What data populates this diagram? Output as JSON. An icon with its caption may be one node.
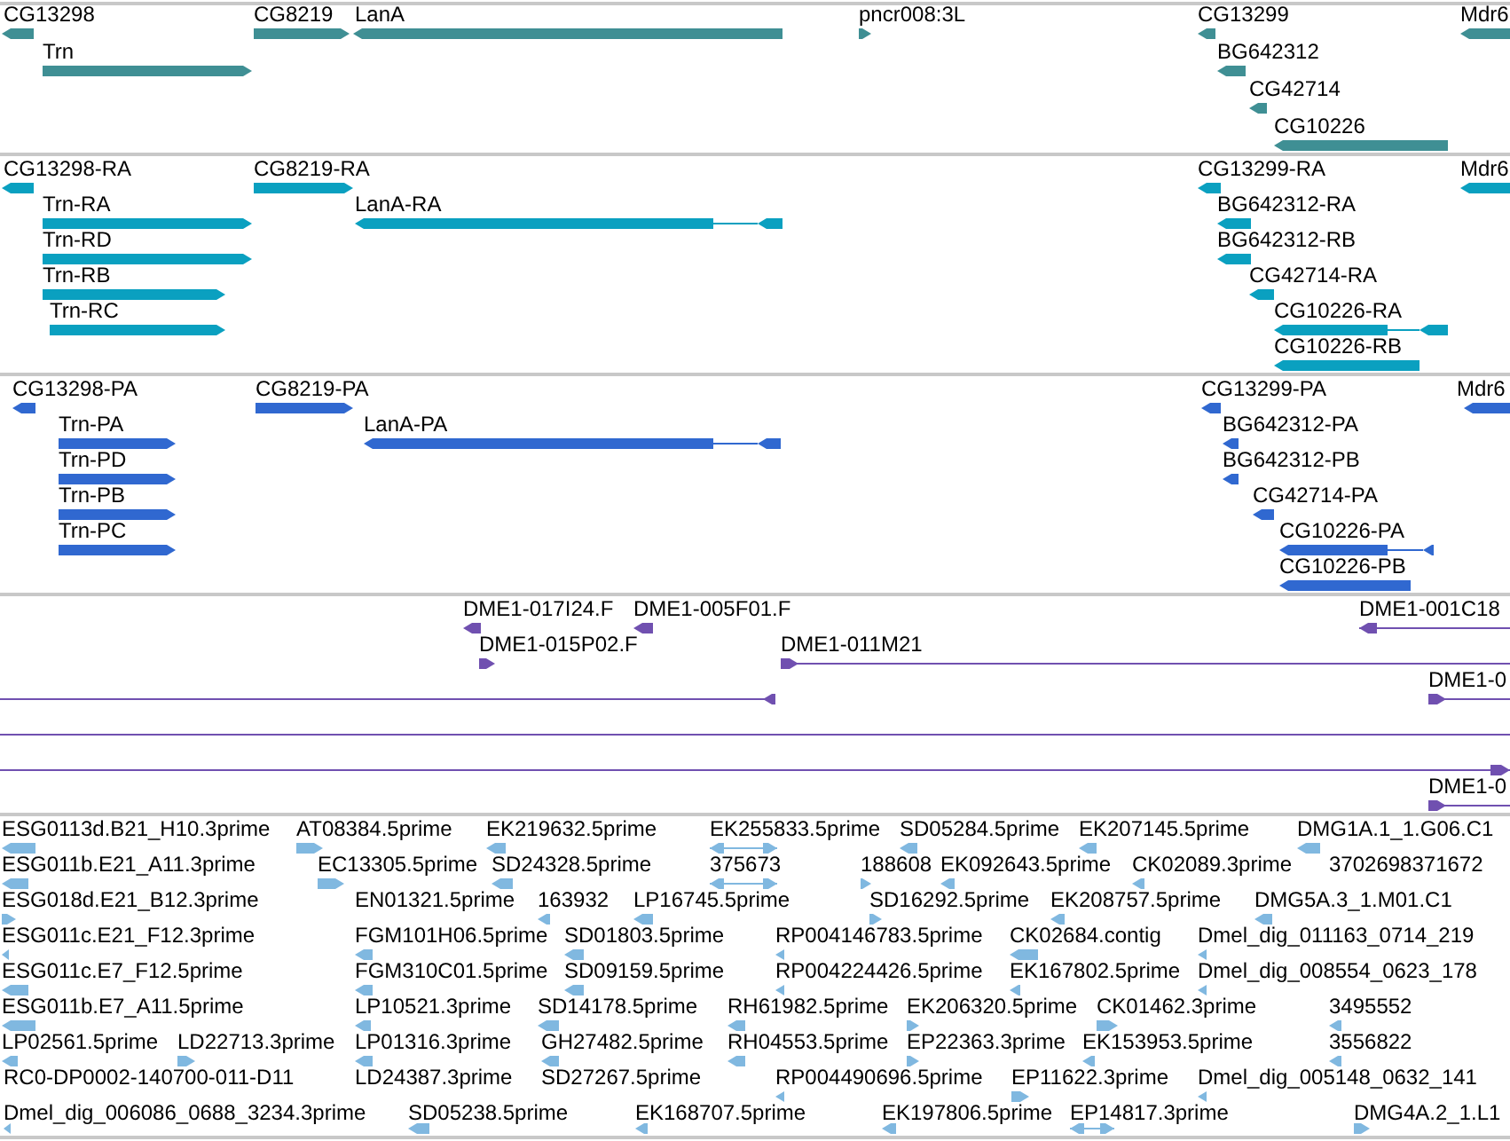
{
  "diagram": {
    "labels": [
      "CG13298",
      "CG8219",
      "LanA",
      "pncr008:3L",
      "CG13299",
      "Mdr6",
      "Trn",
      "BG642312",
      "CG42714",
      "CG10226",
      "CG13298-RA",
      "CG8219-RA",
      "CG13299-RA",
      "Mdr6",
      "Trn-RA",
      "LanA-RA",
      "BG642312-RA",
      "Trn-RD",
      "BG642312-RB",
      "Trn-RB",
      "CG42714-RA",
      "Trn-RC",
      "CG10226-RA",
      "CG10226-RB",
      "CG13298-PA",
      "CG8219-PA",
      "CG13299-PA",
      "Mdr6",
      "Trn-PA",
      "LanA-PA",
      "BG642312-PA",
      "Trn-PD",
      "BG642312-PB",
      "Trn-PB",
      "CG42714-PA",
      "Trn-PC",
      "CG10226-PA",
      "CG10226-PB",
      "DME1-017I24.F",
      "DME1-005F01.F",
      "DME1-001C18",
      "DME1-015P02.F",
      "DME1-011M21",
      "DME1-0",
      "DME1-0",
      "ESG0113d.B21_H10.3prime",
      "AT08384.5prime",
      "EK219632.5prime",
      "EK255833.5prime",
      "SD05284.5prime",
      "EK207145.5prime",
      "DMG1A.1_1.G06.C1",
      "ESG011b.E21_A11.3prime",
      "EC13305.5prime",
      "SD24328.5prime",
      "375673",
      "188608",
      "EK092643.5prime",
      "CK02089.3prime",
      "3702698371672",
      "ESG018d.E21_B12.3prime",
      "EN01321.5prime",
      "163932",
      "LP16745.5prime",
      "SD16292.5prime",
      "EK208757.5prime",
      "DMG5A.3_1.M01.C1",
      "ESG011c.E21_F12.3prime",
      "FGM101H06.5prime",
      "SD01803.5prime",
      "RP004146783.5prime",
      "CK02684.contig",
      "Dmel_dig_011163_0714_219",
      "ESG011c.E7_F12.5prime",
      "FGM310C01.5prime",
      "SD09159.5prime",
      "RP004224426.5prime",
      "EK167802.5prime",
      "Dmel_dig_008554_0623_178",
      "ESG011b.E7_A11.5prime",
      "LP10521.3prime",
      "SD14178.5prime",
      "RH61982.5prime",
      "EK206320.5prime",
      "CK01462.3prime",
      "3495552",
      "LP02561.5prime",
      "LD22713.3prime",
      "LP01316.3prime",
      "GH27482.5prime",
      "RH04553.5prime",
      "EP22363.3prime",
      "EK153953.5prime",
      "3556822",
      "RC0-DP0002-140700-011-D11",
      "LD24387.3prime",
      "SD27267.5prime",
      "RP004490696.5prime",
      "EP11622.3prime",
      "Dmel_dig_005148_0632_141",
      "Dmel_dig_006086_0688_3234.3prime",
      "SD05238.5prime",
      "EK168707.5prime",
      "EK197806.5prime",
      "EP14817.3prime",
      "DMG4A.2_1.L1"
    ]
  }
}
